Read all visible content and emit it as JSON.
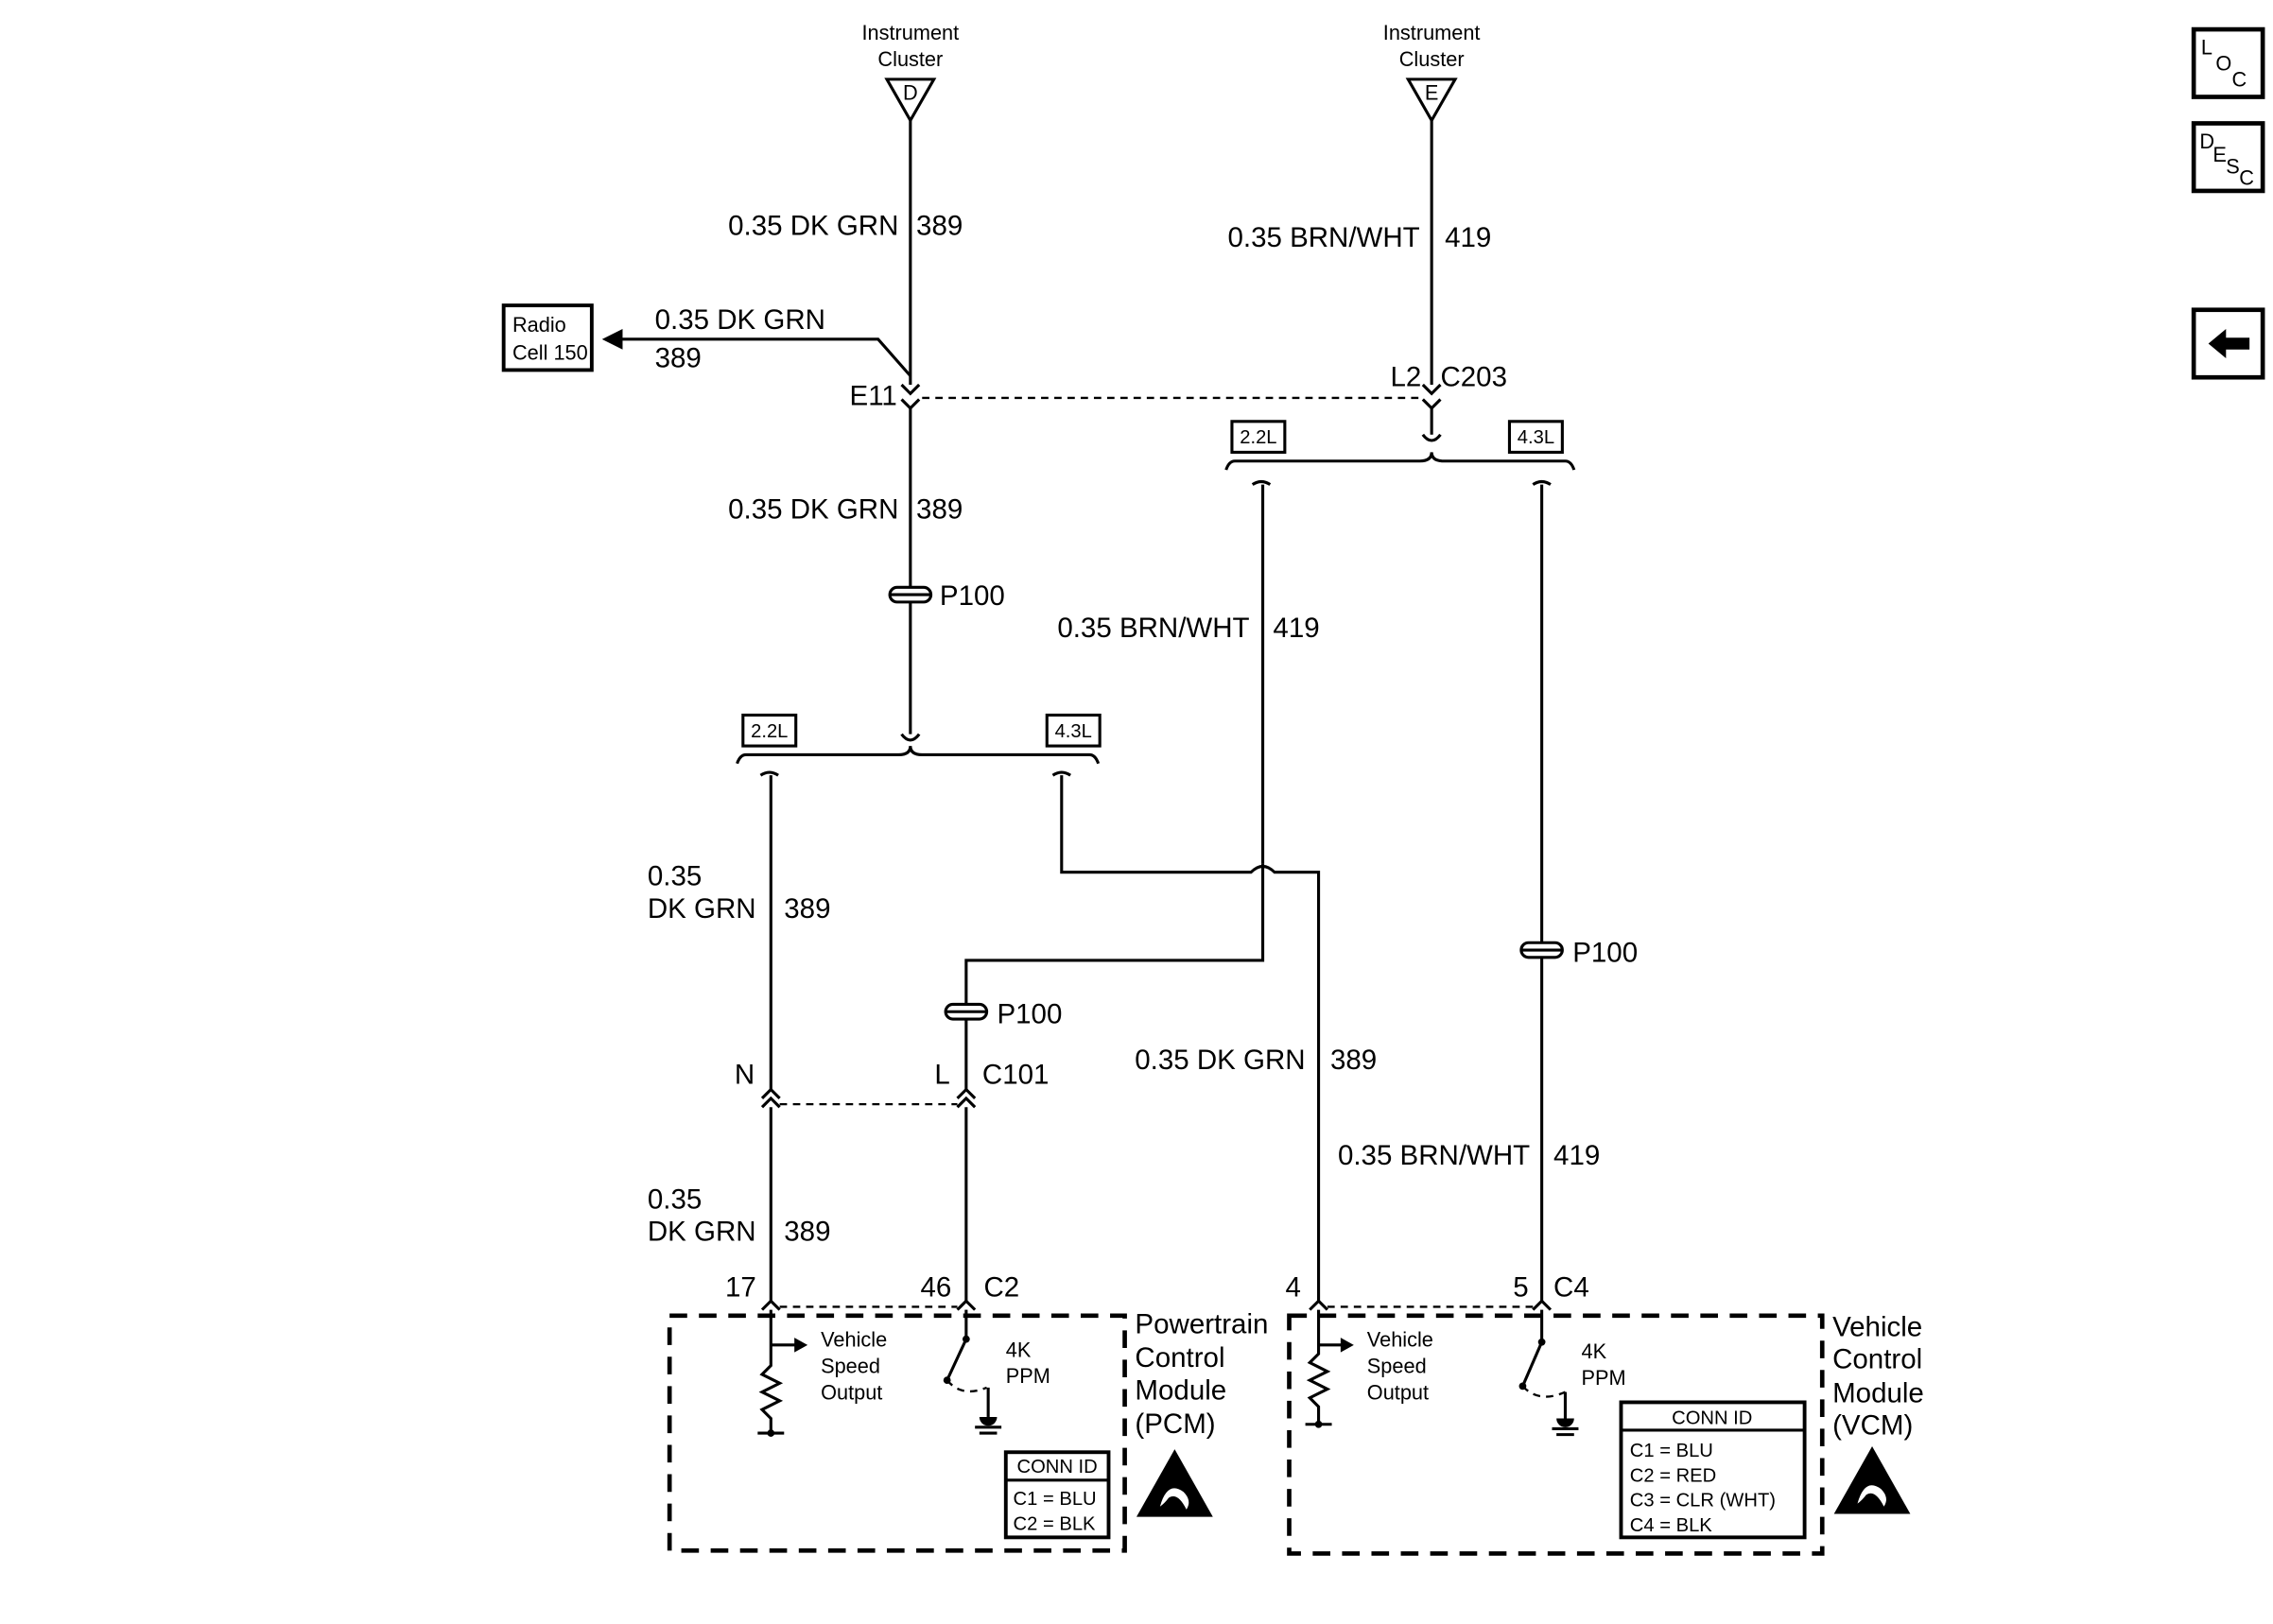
{
  "top_connectors": {
    "left": {
      "title_line1": "Instrument",
      "title_line2": "Cluster",
      "pin": "D"
    },
    "right": {
      "title_line1": "Instrument",
      "title_line2": "Cluster",
      "pin": "E"
    }
  },
  "wire_labels": {
    "top_left": {
      "gauge_color": "0.35 DK GRN",
      "circuit": "389"
    },
    "radio_branch": {
      "gauge_color": "0.35 DK GRN",
      "circuit": "389"
    },
    "left_mid": {
      "gauge_color": "0.35 DK GRN",
      "circuit": "389"
    },
    "top_right": {
      "gauge_color": "0.35 BRN/WHT",
      "circuit": "419"
    },
    "mid_brn": {
      "gauge_color": "0.35 BRN/WHT",
      "circuit": "419"
    },
    "left_down_upper": {
      "gauge": "0.35",
      "color": "DK GRN",
      "circuit": "389"
    },
    "left_down_lower": {
      "gauge": "0.35",
      "color": "DK GRN",
      "circuit": "389"
    },
    "center_grn": {
      "gauge_color": "0.35 DK GRN",
      "circuit": "389"
    },
    "right_brn": {
      "gauge_color": "0.35 BRN/WHT",
      "circuit": "419"
    }
  },
  "radio": {
    "line1": "Radio",
    "line2": "Cell 150"
  },
  "connectors": {
    "e11": "E11",
    "c203_pin": "L2",
    "c203": "C203",
    "p100_left": "P100",
    "p100_mid": "P100",
    "p100_right": "P100",
    "c101_pin_n": "N",
    "c101_pin_l": "L",
    "c101": "C101",
    "pcm_pin_17": "17",
    "pcm_pin_46": "46",
    "pcm_conn": "C2",
    "vcm_pin_4": "4",
    "vcm_pin_5": "5",
    "vcm_conn": "C4"
  },
  "engine_options": {
    "upper_left": "2.2L",
    "upper_right": "4.3L",
    "lower_left": "2.2L",
    "lower_right": "4.3L"
  },
  "pcm": {
    "name_line1": "Powertrain",
    "name_line2": "Control",
    "name_line3": "Module",
    "name_line4": "(PCM)",
    "vss_line1": "Vehicle",
    "vss_line2": "Speed",
    "vss_line3": "Output",
    "ppm_line1": "4K",
    "ppm_line2": "PPM",
    "conn_id": {
      "title": "CONN ID",
      "rows": [
        "C1 = BLU",
        "C2 = BLK"
      ]
    }
  },
  "vcm": {
    "name_line1": "Vehicle",
    "name_line2": "Control",
    "name_line3": "Module",
    "name_line4": "(VCM)",
    "vss_line1": "Vehicle",
    "vss_line2": "Speed",
    "vss_line3": "Output",
    "ppm_line1": "4K",
    "ppm_line2": "PPM",
    "conn_id": {
      "title": "CONN ID",
      "rows": [
        "C1 = BLU",
        "C2 = RED",
        "C3 = CLR (WHT)",
        "C4 = BLK"
      ]
    }
  },
  "nav_buttons": {
    "loc": {
      "l1": "L",
      "l2": "O",
      "l3": "C"
    },
    "desc": {
      "l1": "D",
      "l2": "E",
      "l3": "S",
      "l4": "C"
    }
  }
}
